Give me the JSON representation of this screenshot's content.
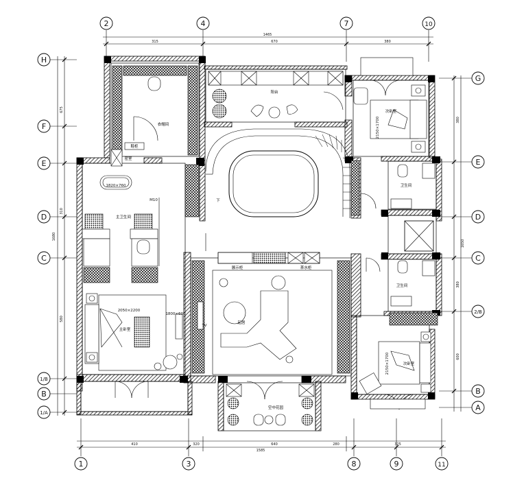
{
  "axes": {
    "top": [
      "2",
      "4",
      "7",
      "10"
    ],
    "bottom": [
      "1",
      "3",
      "8",
      "9",
      "11"
    ],
    "left": [
      "H",
      "F",
      "E",
      "D",
      "C",
      "1/B",
      "B",
      "1/A"
    ],
    "right": [
      "G",
      "E",
      "D",
      "C",
      "2/B",
      "B",
      "A"
    ]
  },
  "dimensions": {
    "top_overall": "1465",
    "top_segments": [
      "315",
      "670",
      "380"
    ],
    "bottom_overall": "1585",
    "bottom_segments": [
      "410",
      "320",
      "640",
      "280",
      "325"
    ],
    "left_overall": "1680",
    "left_segments": [
      "675",
      "310",
      "580"
    ],
    "right_overall": "1650",
    "right_segments": [
      "380",
      "380",
      "600"
    ]
  },
  "rooms": {
    "balcony": "阳台",
    "cloakroom": "衣帽间",
    "shoe_cabinet": "鞋柜",
    "closet": "密室",
    "bathtub_size": "1820×760",
    "master_bath": "主卫生间",
    "m10": "M10",
    "master_bed_size": "2050×2200",
    "tv_size": "1800×600",
    "master_bedroom": "主卧室",
    "tv": "TV",
    "display_cabinet": "展示柜",
    "tea_cabinet": "茶水柜",
    "living": "起居",
    "stair_down": "下",
    "second_bedroom": "次卧室",
    "second_bed_size": "2150×1700",
    "bath_1": "卫生间",
    "bath_2": "卫生间",
    "guest_bedroom": "次卧室",
    "guest_bed_size": "2150×1700",
    "sky_garden": "空中花园"
  }
}
